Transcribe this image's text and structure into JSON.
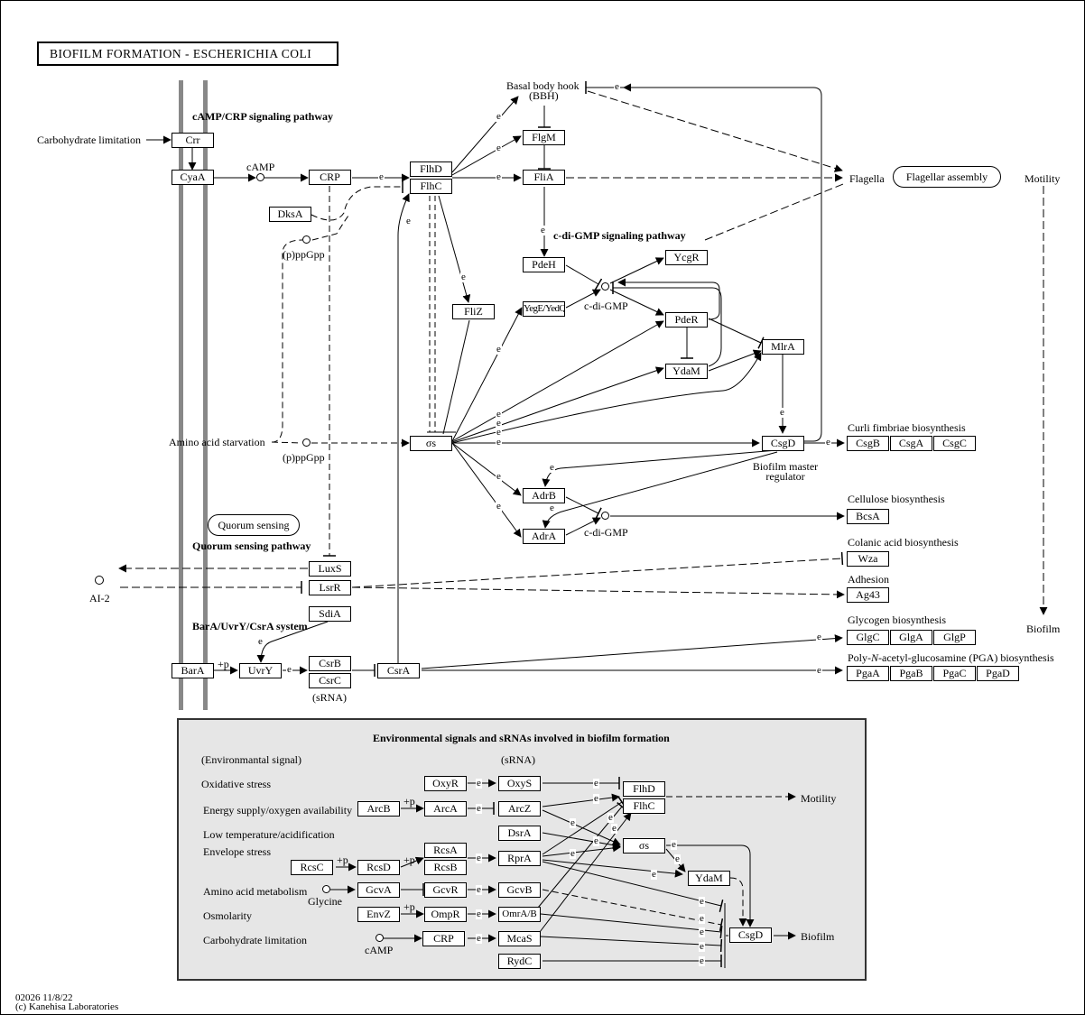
{
  "title": "BIOFILM  FORMATION  -  ESCHERICHIA  COLI",
  "headings": {
    "camp_crp": "cAMP/CRP signaling pathway",
    "cdigmp": "c-di-GMP signaling pathway",
    "quorum": "Quorum sensing pathway",
    "barA": "BarA/UvrY/CsrA system",
    "panel": "Environmental signals and sRNAs involved in biofilm formation"
  },
  "labels": {
    "carb_lim": "Carbohydrate limitation",
    "amino_starv": "Amino acid starvation",
    "camp": "cAMP",
    "ppgpp1": "(p)ppGpp",
    "ppgpp2": "(p)ppGpp",
    "bbh1": "Basal body hook",
    "bbh2": "(BBH)",
    "flagella": "Flagella",
    "motility": "Motility",
    "biofilm": "Biofilm",
    "cdigmp1": "c-di-GMP",
    "cdigmp2": "c-di-GMP",
    "master1": "Biofilm master",
    "master2": "regulator",
    "curli": "Curli fimbriae biosynthesis",
    "cellulose": "Cellulose biosynthesis",
    "colanic": "Colanic acid biosynthesis",
    "adhesion": "Adhesion",
    "glycogen": "Glycogen biosynthesis",
    "pga_a": "Poly-",
    "pga_n": "N",
    "pga_b": "-acetyl-glucosamine (PGA) biosynthesis",
    "ai2": "AI-2",
    "srna": "(sRNA)",
    "sigma": "σs",
    "plusp": "+p",
    "e": "e",
    "footer1": "02026 11/8/22",
    "footer2": "(c) Kanehisa Laboratories"
  },
  "maps": {
    "flagellar": "Flagellar assembly",
    "quorum": "Quorum sensing"
  },
  "genes": {
    "Crr": "Crr",
    "CyaA": "CyaA",
    "CRP": "CRP",
    "DksA": "DksA",
    "FlhD": "FlhD",
    "FlhC": "FlhC",
    "FliZ": "FliZ",
    "FlgM": "FlgM",
    "FliA": "FliA",
    "PdeH": "PdeH",
    "YegE": "YegE/YedQ",
    "YcgR": "YcgR",
    "PdeR": "PdeR",
    "YdaM": "YdaM",
    "MlrA": "MlrA",
    "CsgD": "CsgD",
    "CsgB": "CsgB",
    "CsgA": "CsgA",
    "CsgC": "CsgC",
    "AdrB": "AdrB",
    "AdrA": "AdrA",
    "BcsA": "BcsA",
    "Wza": "Wza",
    "Ag43": "Ag43",
    "LuxS": "LuxS",
    "LsrR": "LsrR",
    "SdiA": "SdiA",
    "BarA": "BarA",
    "UvrY": "UvrY",
    "CsrB": "CsrB",
    "CsrC": "CsrC",
    "CsrA": "CsrA",
    "GlgC": "GlgC",
    "GlgA": "GlgA",
    "GlgP": "GlgP",
    "PgaA": "PgaA",
    "PgaB": "PgaB",
    "PgaC": "PgaC",
    "PgaD": "PgaD"
  },
  "panel": {
    "env_header": "(Environmantal signal)",
    "srna_header": "(sRNA)",
    "signals": [
      "Oxidative stress",
      "Energy supply/oxygen availability",
      "Low temperature/acidification",
      "Envelope stress",
      "Amino acid metabolism",
      "Osmolarity",
      "Carbohydrate limitation"
    ],
    "glycine": "Glycine",
    "camp": "cAMP",
    "motility": "Motility",
    "biofilm": "Biofilm",
    "genes": {
      "OxyR": "OxyR",
      "OxyS": "OxyS",
      "ArcB": "ArcB",
      "ArcA": "ArcA",
      "ArcZ": "ArcZ",
      "DsrA": "DsrA",
      "RcsA": "RcsA",
      "RcsB": "RcsB",
      "RcsC": "RcsC",
      "RcsD": "RcsD",
      "RprA": "RprA",
      "GcvA": "GcvA",
      "GcvR": "GcvR",
      "GcvB": "GcvB",
      "EnvZ": "EnvZ",
      "OmpR": "OmpR",
      "OmrAB": "OmrA/B",
      "CRP": "CRP",
      "McaS": "McaS",
      "RydC": "RydC",
      "FlhD": "FlhD",
      "FlhC": "FlhC",
      "YdaM": "YdaM",
      "CsgD": "CsgD"
    }
  }
}
